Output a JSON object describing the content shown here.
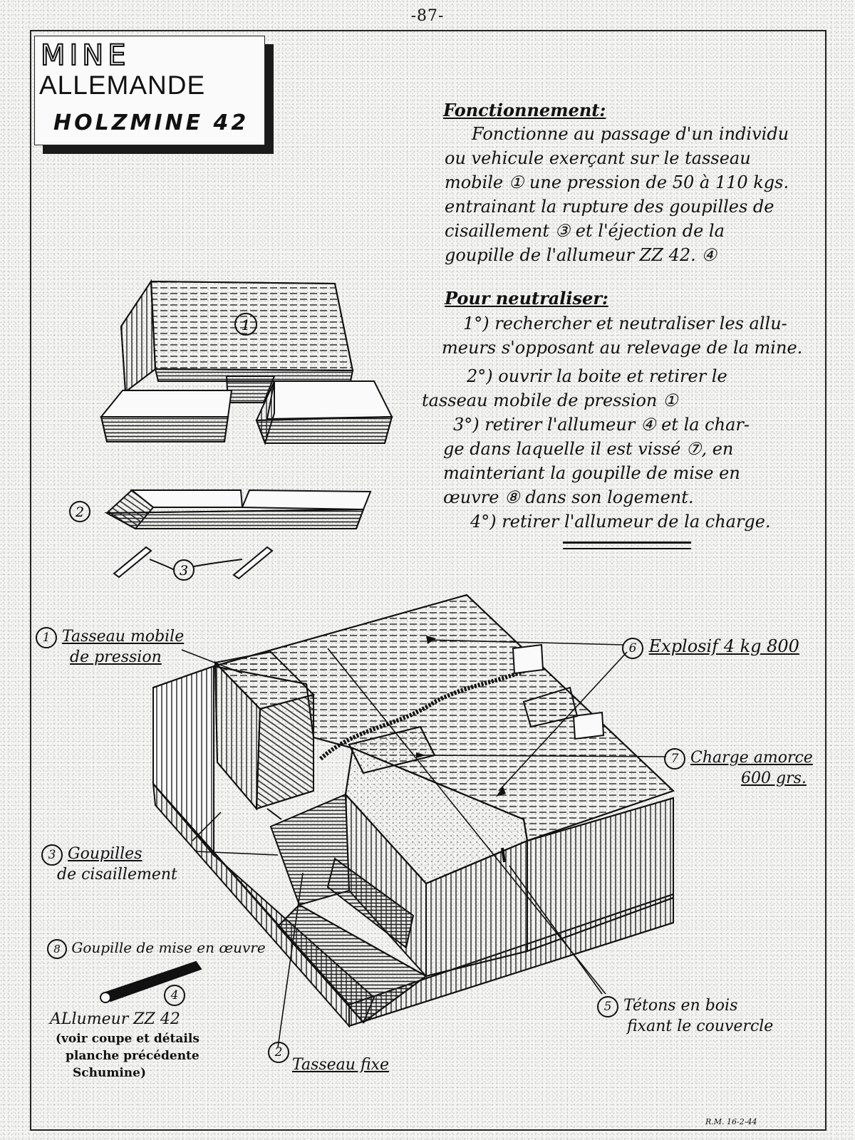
{
  "page_number": "-87-",
  "title": {
    "line1": "MINE",
    "line2": "ALLEMANDE",
    "line3": "HOLZMINE 42"
  },
  "fonctionnement": {
    "heading": "Fonctionnement:",
    "lines": [
      "Fonctionne au passage d'un individu",
      "ou vehicule exerçant sur le tasseau",
      "mobile ① une pression de 50 à 110 kgs.",
      "entrainant la rupture des goupilles de",
      "cisaillement ③ et l'éjection de la",
      "goupille de l'allumeur ZZ 42. ④"
    ]
  },
  "neutraliser": {
    "heading": "Pour neutraliser:",
    "lines": [
      "1°) rechercher et neutraliser les allu-",
      "meurs s'opposant au relevage de la mine.",
      "2°) ouvrir la boite et retirer le",
      "tasseau mobile de pression ①",
      "3°) retirer l'allumeur ④ et la char-",
      "ge dans laquelle il est vissé ⑦, en",
      "mainteriant la goupille de mise en",
      "œuvre ⑧ dans son logement.",
      "4°) retirer l'allumeur de la charge."
    ]
  },
  "part_numbers": {
    "p1": "1",
    "p2": "2",
    "p3": "3"
  },
  "labels": {
    "tasseau_mobile": {
      "num": "1",
      "line1": "Tasseau mobile",
      "line2": "de pression"
    },
    "explosif": {
      "num": "6",
      "text": "Explosif 4 kg 800"
    },
    "charge": {
      "num": "7",
      "line1": "Charge amorce",
      "line2": "600 grs."
    },
    "goupilles": {
      "num": "3",
      "line1": "Goupilles",
      "line2": "de cisaillement"
    },
    "goupille_mise": {
      "num": "8",
      "text": "Goupille de mise en œuvre"
    },
    "allumeur": {
      "num": "4",
      "line1": "ALlumeur ZZ 42",
      "line2": "(voir coupe et détails",
      "line3": "planche précédente",
      "line4": "Schumine)"
    },
    "tasseau_fixe": {
      "num": "2",
      "text": "Tasseau fixe"
    },
    "tetons": {
      "num": "5",
      "line1": "Tétons en bois",
      "line2": "fixant le couvercle"
    }
  },
  "signature": "R.M. 16-2-44"
}
